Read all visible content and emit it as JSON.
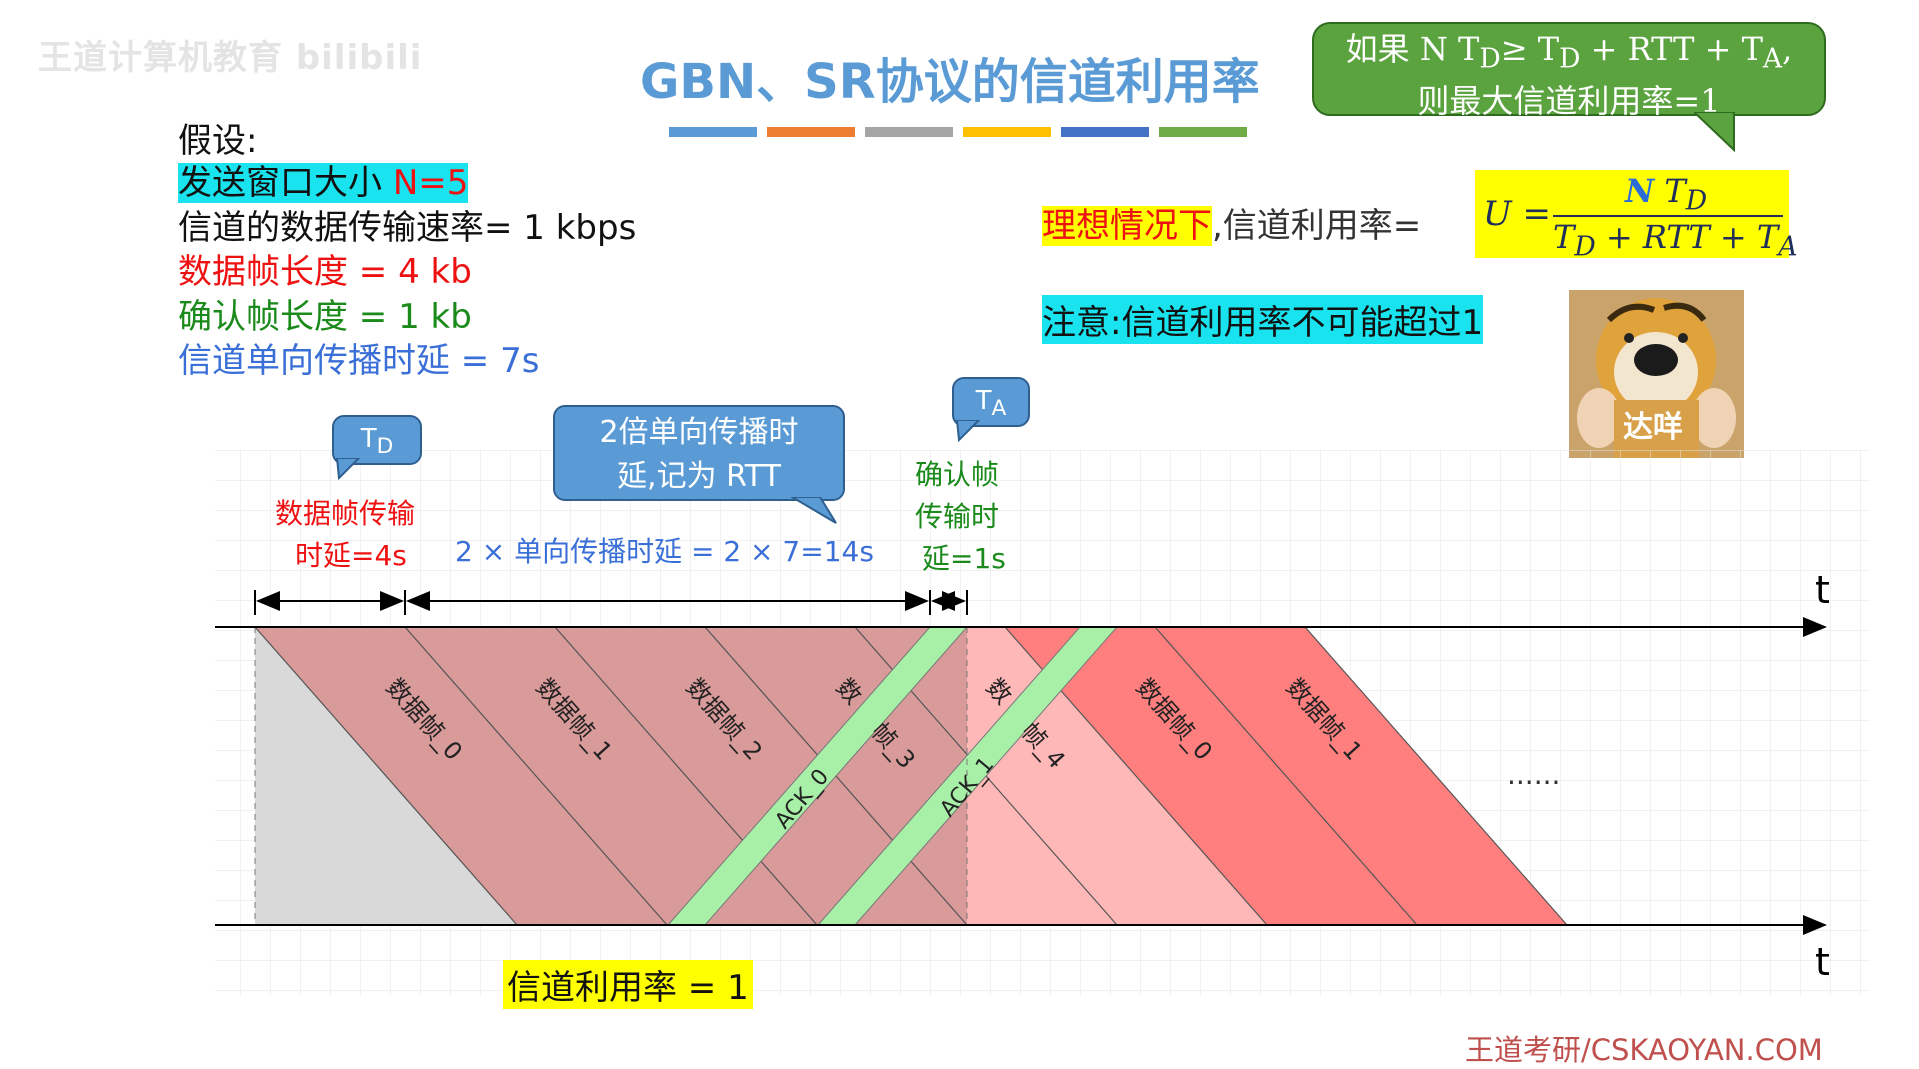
{
  "watermark": "王道计算机教育 bilibili",
  "title": "GBN、SR协议的信道利用率",
  "title_bar_colors": [
    "#5b9bd5",
    "#ed7d31",
    "#a5a5a5",
    "#ffc000",
    "#4472c4",
    "#70ad47"
  ],
  "assumptions": {
    "heading": "假设:",
    "window_prefix": "发送窗口大小",
    "window_value": "N=5",
    "rate": "信道的数据传输速率= 1 kbps",
    "data_frame": "数据帧长度 = 4 kb",
    "ack_frame": "确认帧长度 = 1 kb",
    "prop_delay": "信道单向传播时延 = 7s"
  },
  "green_callout": {
    "line1": "如果 N T",
    "line1_sub": "D",
    "line1_mid": "≥ T",
    "line1_sub2": "D",
    "line1_end": " + RTT + T",
    "line1_sub3": "A",
    "line1_comma": ",",
    "line2": "则最大信道利用率=1"
  },
  "ideal": {
    "highlight": "理想情况下",
    "text": ",信道利用率=",
    "U": "U =",
    "num_N": "N",
    "num_T": "T",
    "num_sub": "D",
    "den_T": "T",
    "den_sub": "D",
    "den_rest": " + RTT + T",
    "den_sub2": "A"
  },
  "note": "注意:信道利用率不可能超过1",
  "dog_caption": "达咩",
  "callouts": {
    "td": "T",
    "td_sub": "D",
    "rtt_line1": "2倍单向传播时",
    "rtt_line2": "延,记为 RTT",
    "ta": "T",
    "ta_sub": "A"
  },
  "labels": {
    "td_line1": "数据帧传输",
    "td_line2": "时延=4s",
    "rtt": "2 × 单向传播时延 = 2 × 7=14s",
    "ta_line1": "确认帧",
    "ta_line2": "传输时",
    "ta_line3": "延=1s",
    "t_top": "t",
    "t_bottom": "t",
    "ellipsis": "......"
  },
  "frames": [
    "数据帧_0",
    "数据帧_1",
    "数据帧_2",
    "数",
    "帧_3",
    "数",
    "帧_4",
    "数据帧_0",
    "数据帧_1"
  ],
  "acks": [
    "ACK_0",
    "ACK_1"
  ],
  "utilization": "信道利用率 = 1",
  "brand": "王道考研/CSKAOYAN.COM"
}
